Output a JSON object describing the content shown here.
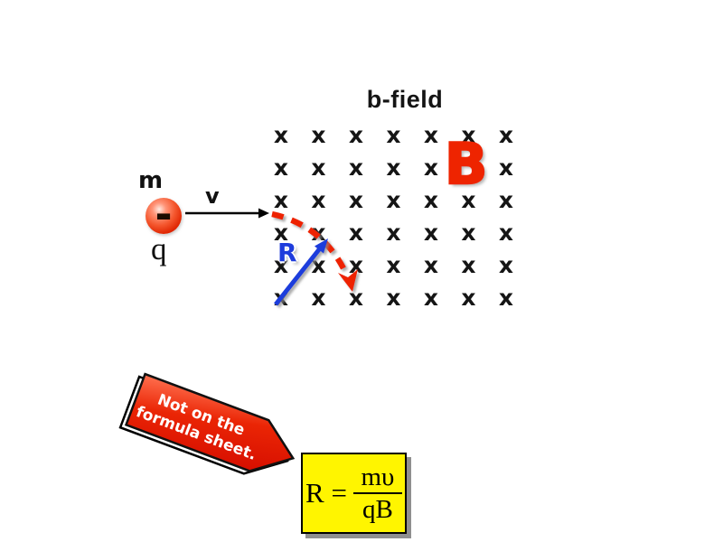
{
  "title": "b-field",
  "field_symbol_label": "B",
  "grid": {
    "symbol": "x",
    "rows": [
      [
        "x",
        "x",
        "x",
        "x",
        "x",
        "x",
        "x"
      ],
      [
        "x",
        "x",
        "x",
        "x",
        "x",
        "",
        "x"
      ],
      [
        "x",
        "x",
        "x",
        "x",
        "x",
        "x",
        "x"
      ],
      [
        "x",
        "x",
        "x",
        "x",
        "x",
        "x",
        "x"
      ],
      [
        "x",
        "x",
        "x",
        "x",
        "x",
        "x",
        "x"
      ],
      [
        "x",
        "x",
        "x",
        "x",
        "x",
        "x",
        "x"
      ]
    ]
  },
  "particle": {
    "mass_label": "m",
    "charge_label": "q",
    "charge_sign": "-",
    "velocity_label": "v"
  },
  "radius_label": "R",
  "callout": {
    "line1": "Not on the",
    "line2": "formula sheet."
  },
  "formula": {
    "lhs": "R =",
    "numerator": "mυ",
    "denominator": "qB"
  },
  "colors": {
    "red": "#ee2400",
    "blue": "#1e3cdc",
    "yellow": "#fff500",
    "black": "#151515"
  }
}
